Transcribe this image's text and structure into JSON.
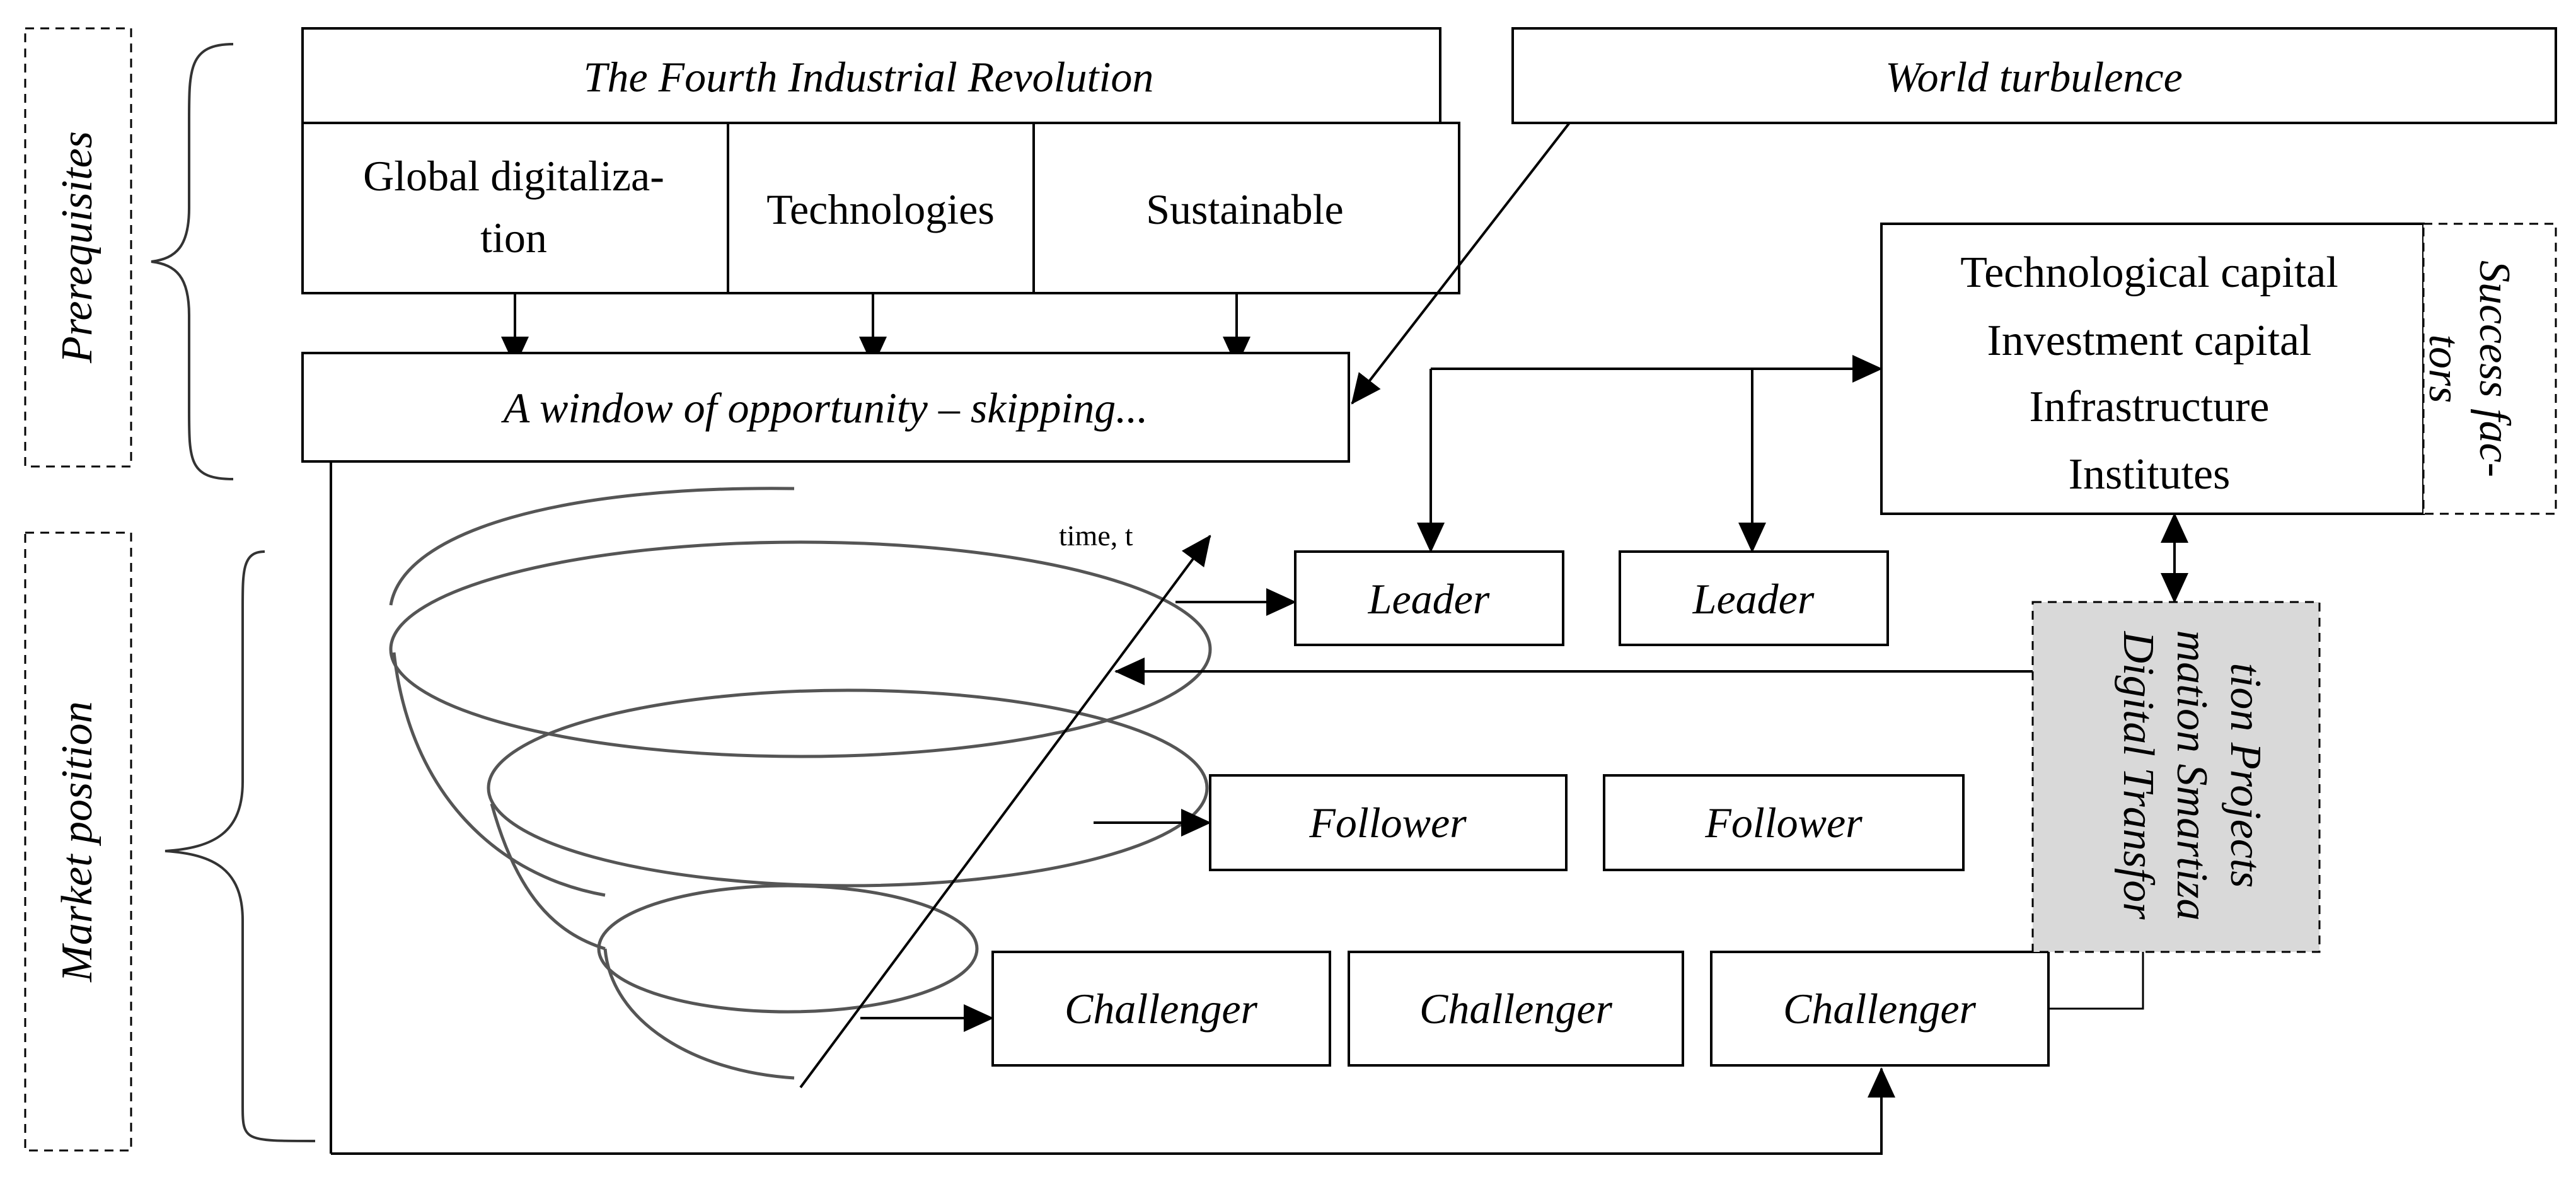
{
  "labels": {
    "prerequisites": "Prerequisites",
    "market_position": "Market position",
    "success_factors_line1": "Success fac-",
    "success_factors_line2": "tors"
  },
  "header": {
    "fourth_revolution": "The Fourth Industrial Revolution",
    "world_turbulence": "World turbulence",
    "global_digitalization_line1": "Global digitaliza-",
    "global_digitalization_line2": "tion",
    "technologies": "Technologies",
    "sustainable": "Sustainable",
    "window_of_opportunity": "A window of opportunity – skipping..."
  },
  "capitals": [
    "Technological capital",
    "Investment capital",
    "Infrastructure",
    "Institutes"
  ],
  "digital_transformation": [
    "Digital Transfor",
    "mation Smartiza",
    "tion Projects"
  ],
  "time_axis_label": "time, t",
  "leaders": [
    "Leader",
    "Leader"
  ],
  "followers": [
    "Follower",
    "Follower"
  ],
  "challengers": [
    "Challenger",
    "Challenger",
    "Challenger"
  ]
}
